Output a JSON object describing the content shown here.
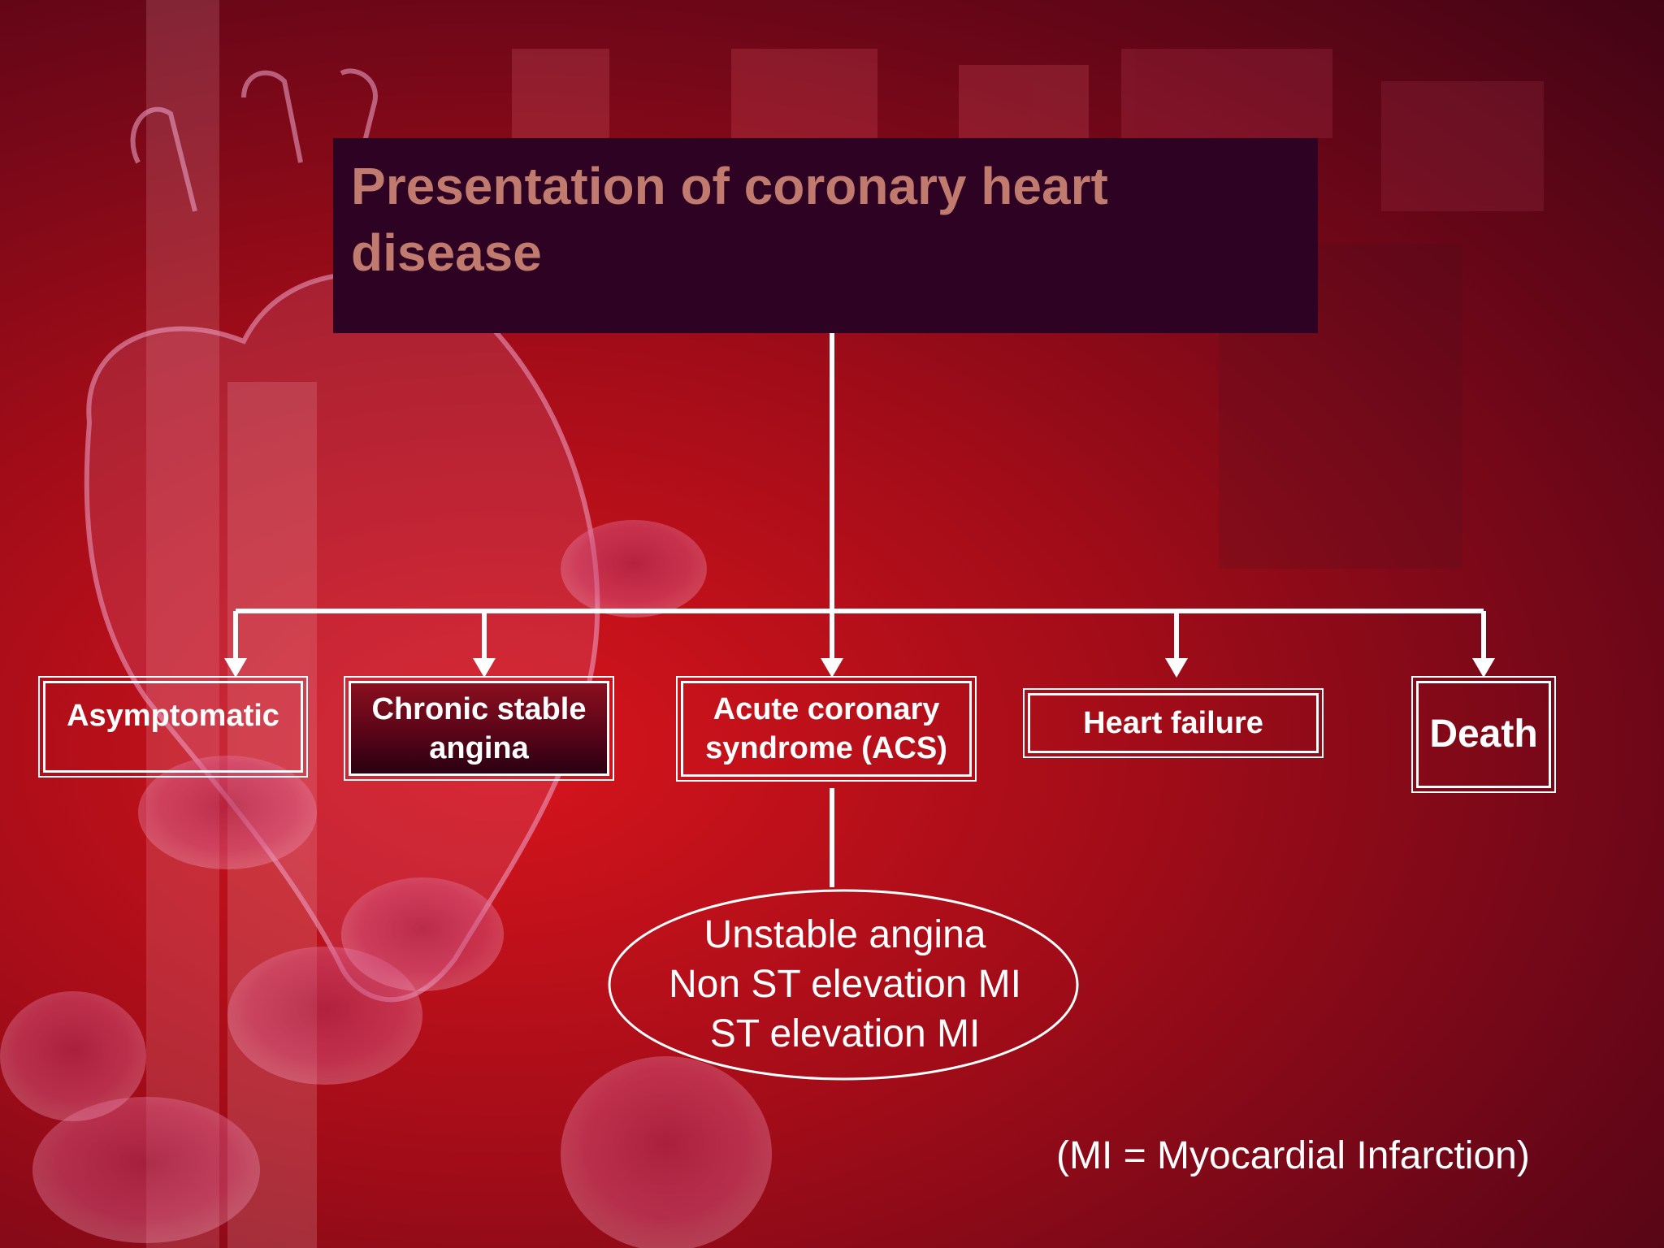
{
  "title": "Presentation of coronary heart disease",
  "nodes": {
    "asymptomatic": "Asymptomatic",
    "chronic_stable_angina": "Chronic stable angina",
    "acs": "Acute coronary syndrome (ACS)",
    "heart_failure": "Heart failure",
    "death": "Death"
  },
  "acs_subtypes": [
    "Unstable angina",
    "Non ST elevation MI",
    "ST elevation MI"
  ],
  "footnote": "(MI = Myocardial Infarction)",
  "colors": {
    "title_box": "#2e0222",
    "title_text": "#c07a6e",
    "lines": "#ffffff",
    "background": "#a00c18"
  }
}
